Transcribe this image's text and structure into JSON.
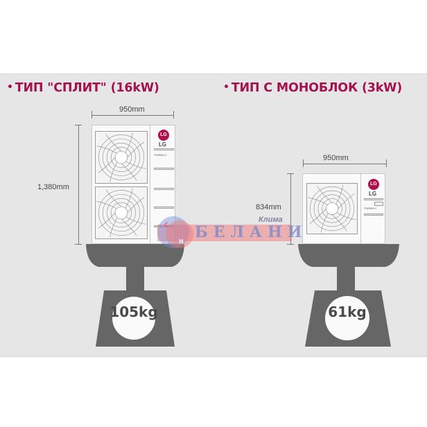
{
  "titles": {
    "split": "ТИП \"СПЛИТ\" (16kW)",
    "mono": "ТИП С МОНОБЛОК (3kW)",
    "bullet": "•"
  },
  "split_unit": {
    "width_label": "950mm",
    "height_label": "1,380mm",
    "brand": "LG",
    "brand_logo": "LG",
    "series": "THERMA V",
    "fan_count": 2,
    "weight_label": "105kg"
  },
  "mono_unit": {
    "width_label": "950mm",
    "height_label": "834mm",
    "brand": "LG",
    "brand_logo": "LG",
    "series": "THERMA V",
    "fan_count": 1,
    "weight_label": "61kg"
  },
  "watermark": {
    "top_text": "Клима",
    "main_text": "БЕЛАНИ",
    "logo_letters": [
      "C",
      "H"
    ]
  },
  "colors": {
    "title": "#a3124f",
    "band": "#e6e6e6",
    "scale": "#666666",
    "lg_red": "#b0104a"
  }
}
